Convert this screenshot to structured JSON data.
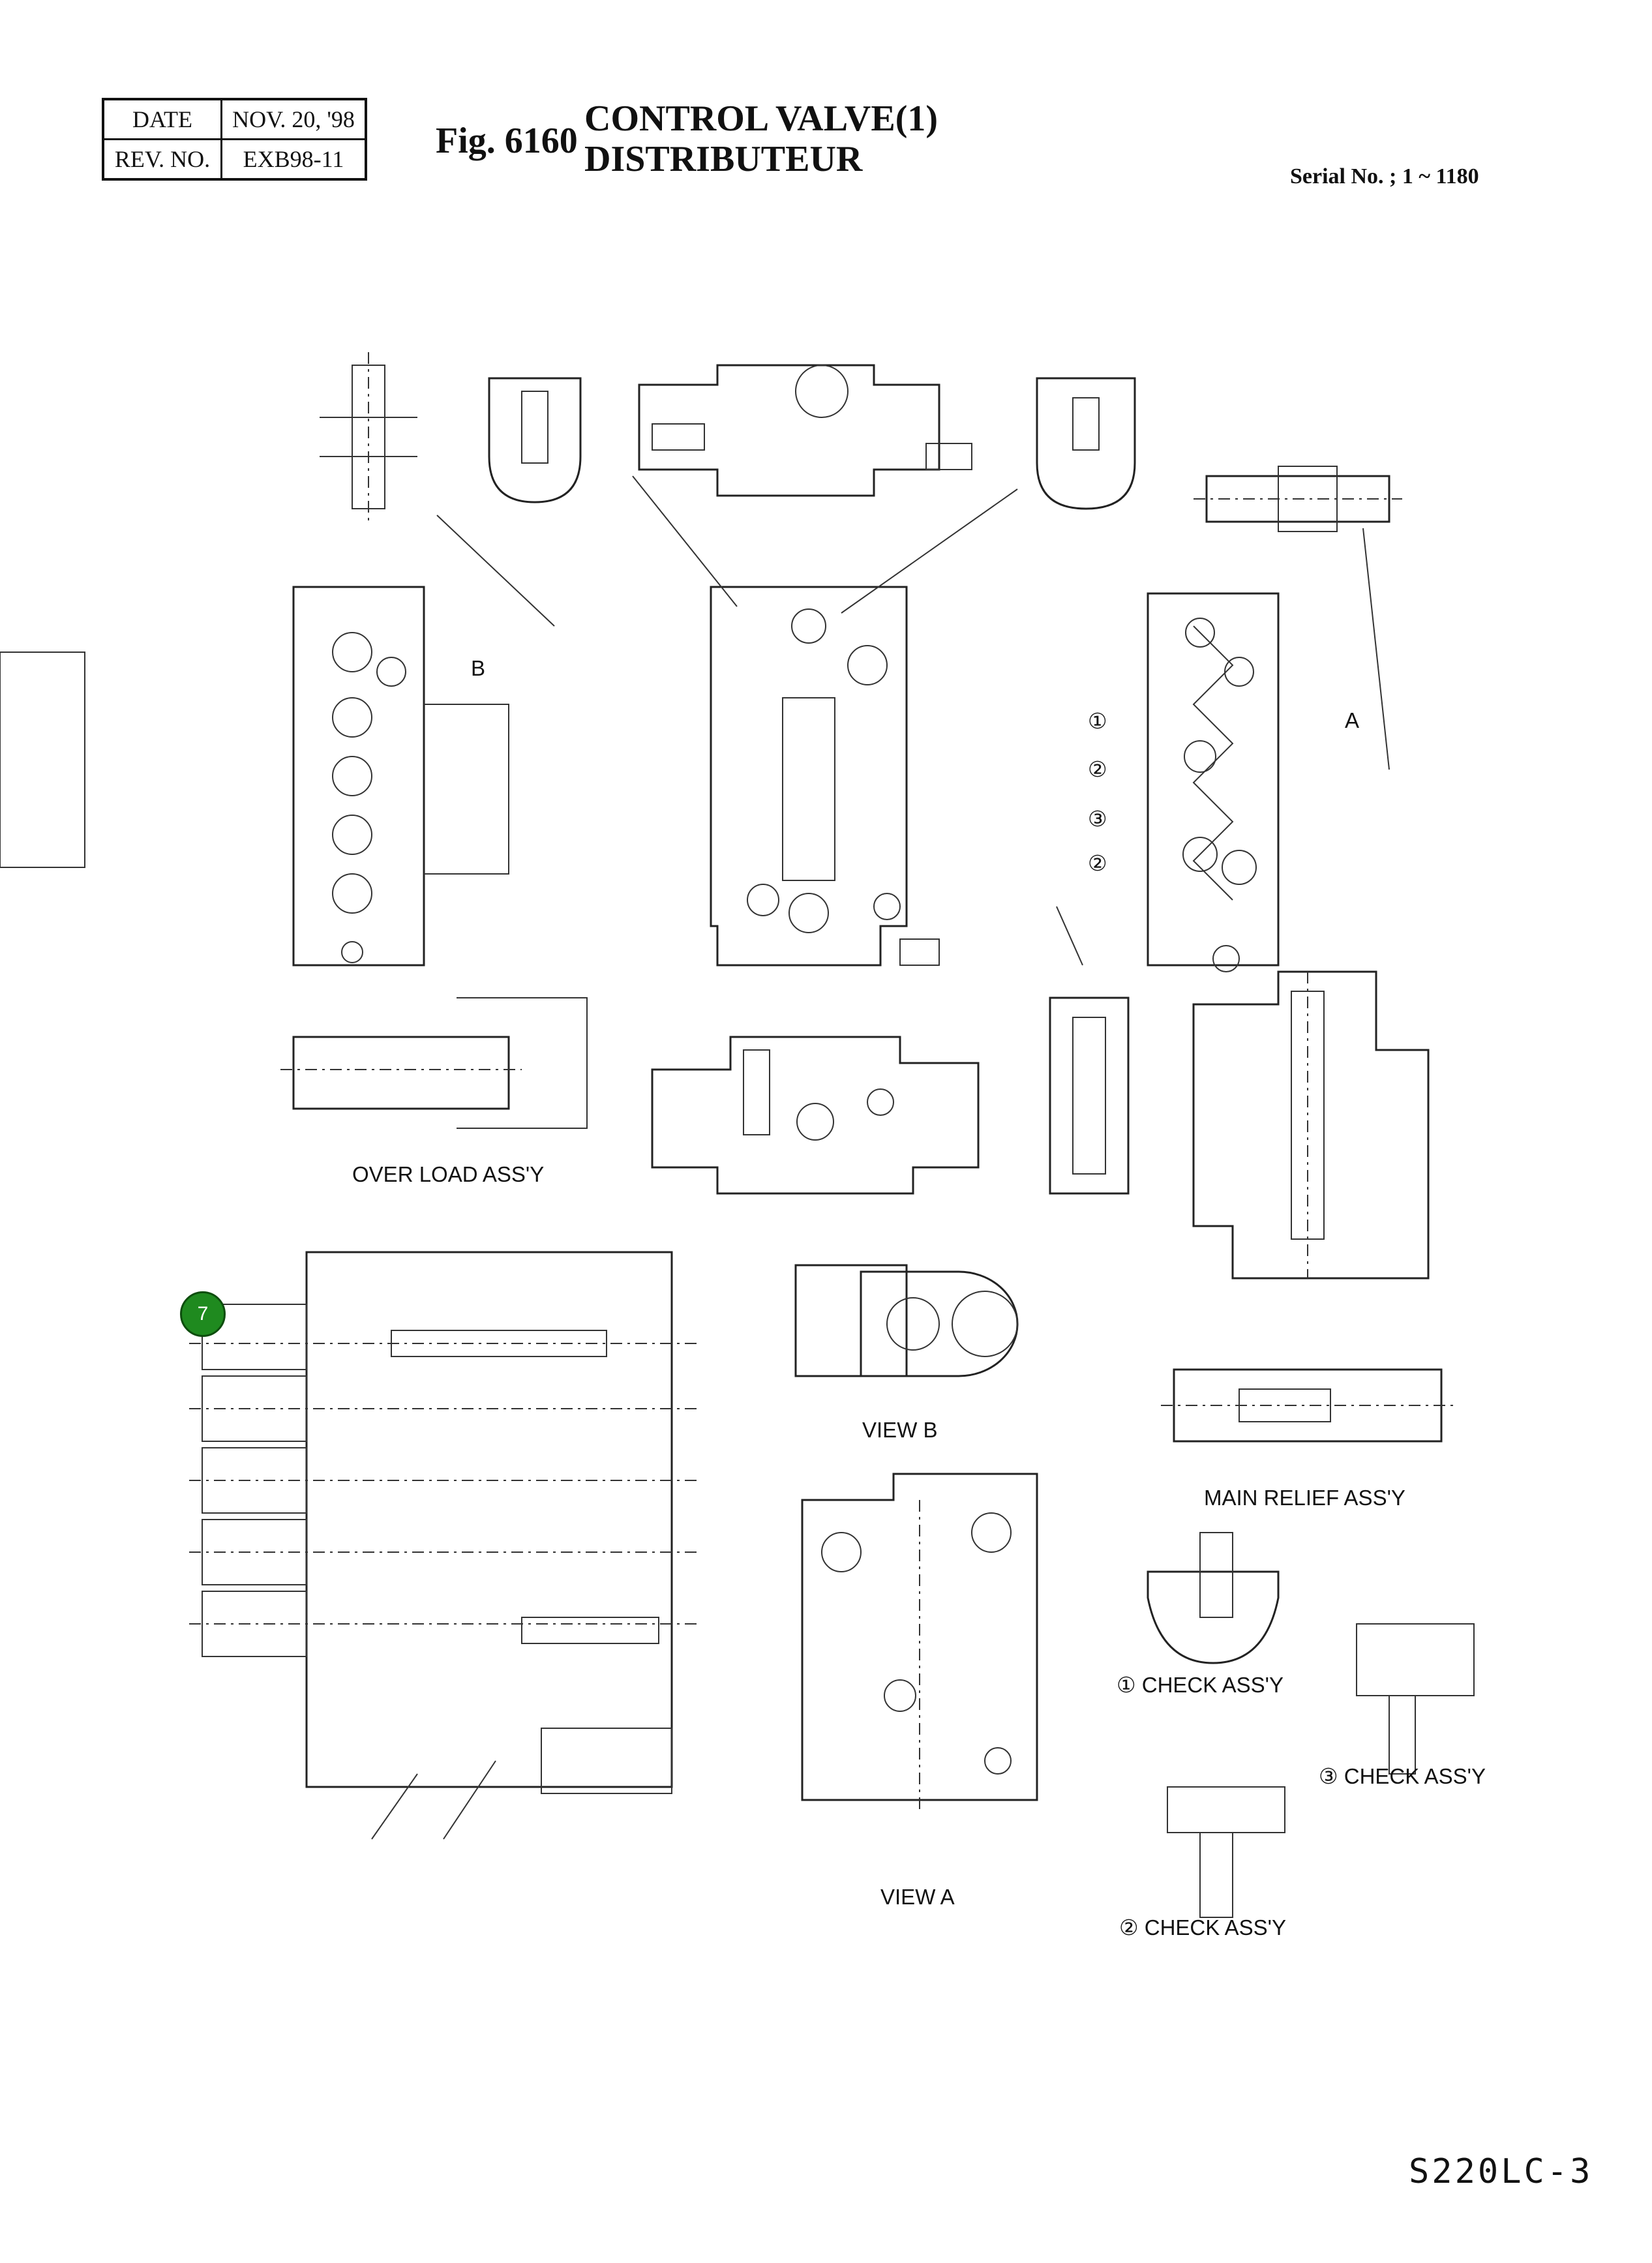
{
  "header": {
    "date_label": "DATE",
    "date_value": "NOV. 20, '98",
    "rev_label": "REV. NO.",
    "rev_value": "EXB98-11"
  },
  "figure": {
    "number": "Fig. 6160",
    "title_en": "CONTROL VALVE(1)",
    "title_fr": "DISTRIBUTEUR",
    "serial": "Serial No. ; 1 ~ 1180"
  },
  "labels": {
    "over_load": "OVER LOAD ASS'Y",
    "view_b": "VIEW  B",
    "main_relief": "MAIN RELIEF ASS'Y",
    "check1": "① CHECK ASS'Y",
    "check2": "② CHECK ASS'Y",
    "check3": "③ CHECK ASS'Y",
    "view_a": "VIEW  A",
    "arrow_a": "A",
    "arrow_b": "B",
    "circ1": "①",
    "circ2a": "②",
    "circ3": "③",
    "circ2b": "②"
  },
  "callouts": [
    {
      "number": "7",
      "color": "#1f8a1f"
    }
  ],
  "footer": {
    "model": "S220LC-3"
  }
}
